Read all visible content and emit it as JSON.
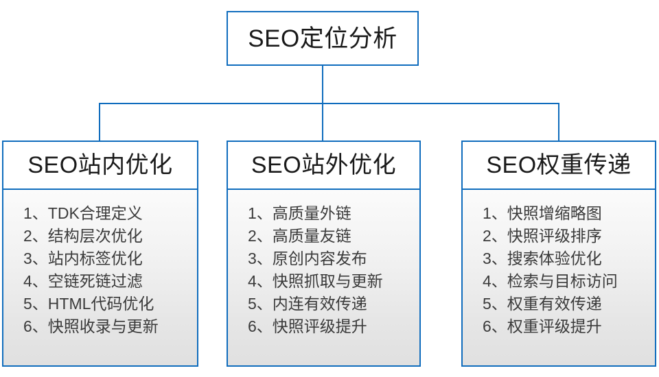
{
  "diagram": {
    "type": "org-tree",
    "accent_color": "#0f6cbd",
    "text_color": "#1a1a1a",
    "list_text_color": "#3a3a3a",
    "root": {
      "title": "SEO定位分析"
    },
    "branches": [
      {
        "title": "SEO站内优化",
        "items": [
          "1、TDK合理定义",
          "2、结构层次优化",
          "3、站内标签优化",
          "4、空链死链过滤",
          "5、HTML代码优化",
          "6、快照收录与更新"
        ]
      },
      {
        "title": "SEO站外优化",
        "items": [
          "1、高质量外链",
          "2、高质量友链",
          "3、原创内容发布",
          "4、快照抓取与更新",
          "5、内连有效传递",
          "6、快照评级提升"
        ]
      },
      {
        "title": "SEO权重传递",
        "items": [
          "1、快照增缩略图",
          "2、快照评级排序",
          "3、搜索体验优化",
          "4、检索与目标访问",
          "5、权重有效传递",
          "6、权重评级提升"
        ]
      }
    ]
  }
}
